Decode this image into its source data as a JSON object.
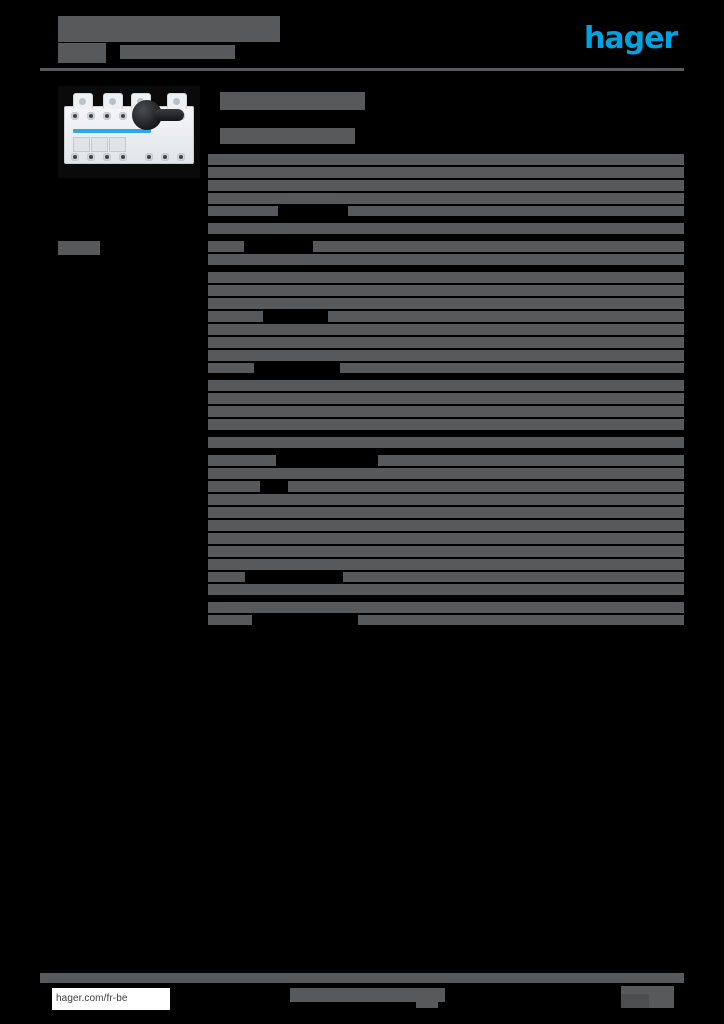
{
  "document": {
    "kind": "product-datasheet",
    "page_background": "#000000",
    "redaction_color": "#58595b",
    "title_redacted": "",
    "subtitle_redacted": "",
    "reference_redacted": ""
  },
  "header": {
    "brand": "hager",
    "brand_color": "#00a3e0",
    "title": "",
    "subtitle": "",
    "subtitle_right": ""
  },
  "left_column": {
    "product_image_alt": "modular changeover switch",
    "caption": ""
  },
  "main": {
    "section_title": "",
    "table_caption": "",
    "groups": [
      {
        "id": "group-1",
        "rows": [
          {
            "label": "",
            "value": "",
            "label_w": 47,
            "value_x": 47,
            "value_w": 429,
            "h": 11,
            "value_dark": false
          },
          {
            "label": "",
            "value": "",
            "label_w": 47,
            "value_x": 47,
            "value_w": 429,
            "h": 11,
            "value_dark": false
          },
          {
            "label": "",
            "value": "",
            "label_w": 47,
            "value_x": 47,
            "value_w": 429,
            "h": 11,
            "value_dark": false
          },
          {
            "label": "",
            "value": "",
            "label_w": 66,
            "value_x": 66,
            "value_w": 410,
            "h": 11,
            "value_dark": false
          },
          {
            "label": "",
            "value": "",
            "label_w": 70,
            "value_x": 140,
            "value_w": 336,
            "h": 10,
            "value_dark": true
          }
        ]
      },
      {
        "id": "group-2",
        "rows": [
          {
            "label": "",
            "value": "",
            "label_w": 22,
            "value_x": 22,
            "value_w": 454,
            "h": 11,
            "value_dark": false
          }
        ]
      },
      {
        "id": "group-3",
        "rows": [
          {
            "label": "",
            "value": "",
            "label_w": 36,
            "value_x": 105,
            "value_w": 371,
            "h": 11,
            "value_dark": false
          },
          {
            "label": "",
            "value": "",
            "label_w": 52,
            "value_x": 52,
            "value_w": 424,
            "h": 11,
            "value_dark": false
          }
        ]
      },
      {
        "id": "group-4",
        "rows": [
          {
            "label": "",
            "value": "",
            "label_w": 68,
            "value_x": 68,
            "value_w": 408,
            "h": 11,
            "value_dark": false
          },
          {
            "label": "",
            "value": "",
            "label_w": 42,
            "value_x": 42,
            "value_w": 434,
            "h": 11,
            "value_dark": false
          },
          {
            "label": "",
            "value": "",
            "label_w": 33,
            "value_x": 33,
            "value_w": 443,
            "h": 11,
            "value_dark": false
          },
          {
            "label": "",
            "value": "",
            "label_w": 55,
            "value_x": 120,
            "value_w": 356,
            "h": 11,
            "value_dark": false
          },
          {
            "label": "",
            "value": "",
            "label_w": 60,
            "value_x": 60,
            "value_w": 416,
            "h": 11,
            "value_dark": false
          },
          {
            "label": "",
            "value": "",
            "label_w": 46,
            "value_x": 46,
            "value_w": 430,
            "h": 11,
            "value_dark": false
          },
          {
            "label": "",
            "value": "",
            "label_w": 40,
            "value_x": 40,
            "value_w": 436,
            "h": 11,
            "value_dark": false
          },
          {
            "label": "",
            "value": "",
            "label_w": 46,
            "value_x": 132,
            "value_w": 344,
            "h": 10,
            "value_dark": true
          }
        ]
      },
      {
        "id": "group-5",
        "rows": [
          {
            "label": "",
            "value": "",
            "label_w": 30,
            "value_x": 30,
            "value_w": 446,
            "h": 11,
            "value_dark": false
          },
          {
            "label": "",
            "value": "",
            "label_w": 47,
            "value_x": 47,
            "value_w": 429,
            "h": 11,
            "value_dark": false
          },
          {
            "label": "",
            "value": "",
            "label_w": 28,
            "value_x": 28,
            "value_w": 448,
            "h": 11,
            "value_dark": false
          },
          {
            "label": "",
            "value": "",
            "label_w": 53,
            "value_x": 53,
            "value_w": 423,
            "h": 11,
            "value_dark": false
          }
        ]
      },
      {
        "id": "group-6",
        "rows": [
          {
            "label": "",
            "value": "",
            "label_w": 62,
            "value_x": 62,
            "value_w": 414,
            "h": 11,
            "value_dark": false
          }
        ]
      },
      {
        "id": "group-7",
        "rows": [
          {
            "label": "",
            "value": "",
            "label_w": 68,
            "value_x": 170,
            "value_w": 306,
            "h": 11,
            "value_dark": false
          },
          {
            "label": "",
            "value": "",
            "label_w": 30,
            "value_x": 30,
            "value_w": 446,
            "h": 11,
            "value_dark": false
          },
          {
            "label": "",
            "value": "",
            "label_w": 52,
            "value_x": 80,
            "value_w": 396,
            "h": 11,
            "value_dark": false
          },
          {
            "label": "",
            "value": "",
            "label_w": 38,
            "value_x": 38,
            "value_w": 438,
            "h": 11,
            "value_dark": false
          },
          {
            "label": "",
            "value": "",
            "label_w": 40,
            "value_x": 40,
            "value_w": 436,
            "h": 11,
            "value_dark": false
          },
          {
            "label": "",
            "value": "",
            "label_w": 48,
            "value_x": 48,
            "value_w": 428,
            "h": 11,
            "value_dark": false
          },
          {
            "label": "",
            "value": "",
            "label_w": 44,
            "value_x": 44,
            "value_w": 432,
            "h": 11,
            "value_dark": false
          },
          {
            "label": "",
            "value": "",
            "label_w": 44,
            "value_x": 44,
            "value_w": 432,
            "h": 11,
            "value_dark": false
          },
          {
            "label": "",
            "value": "",
            "label_w": 60,
            "value_x": 60,
            "value_w": 416,
            "h": 11,
            "value_dark": false
          },
          {
            "label": "",
            "value": "",
            "label_w": 37,
            "value_x": 135,
            "value_w": 341,
            "h": 10,
            "value_dark": true
          },
          {
            "label": "",
            "value": "",
            "label_w": 50,
            "value_x": 50,
            "value_w": 426,
            "h": 11,
            "value_dark": false
          }
        ]
      },
      {
        "id": "group-8",
        "rows": [
          {
            "label": "",
            "value": "",
            "label_w": 56,
            "value_x": 56,
            "value_w": 420,
            "h": 11,
            "value_dark": false
          },
          {
            "label": "",
            "value": "",
            "label_w": 44,
            "value_x": 150,
            "value_w": 326,
            "h": 10,
            "value_dark": true
          }
        ]
      }
    ]
  },
  "footer": {
    "url": "hager.com/fr-be",
    "center_text": "",
    "page_number": ""
  }
}
